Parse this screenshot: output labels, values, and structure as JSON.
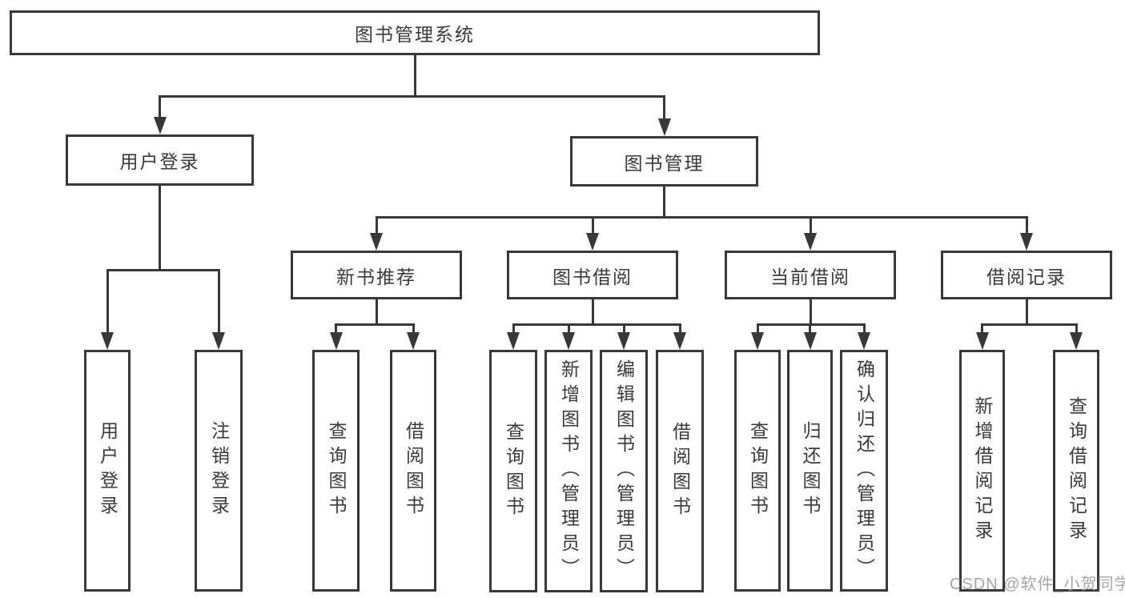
{
  "tree": {
    "root": {
      "label": "图书管理系统",
      "children": [
        {
          "label": "用户登录",
          "children": [
            {
              "label": "用户登录"
            },
            {
              "label": "注销登录"
            }
          ]
        },
        {
          "label": "图书管理",
          "children": [
            {
              "label": "新书推荐",
              "children": [
                {
                  "label": "查询图书"
                },
                {
                  "label": "借阅图书"
                }
              ]
            },
            {
              "label": "图书借阅",
              "children": [
                {
                  "label": "查询图书"
                },
                {
                  "label": "新增图书（管理员）"
                },
                {
                  "label": "编辑图书（管理员）"
                },
                {
                  "label": "借阅图书"
                }
              ]
            },
            {
              "label": "当前借阅",
              "children": [
                {
                  "label": "查询图书"
                },
                {
                  "label": "归还图书"
                },
                {
                  "label": "确认归还（管理员）"
                }
              ]
            },
            {
              "label": "借阅记录",
              "children": [
                {
                  "label": "新增借阅记录"
                },
                {
                  "label": "查询借阅记录"
                }
              ]
            }
          ]
        }
      ]
    }
  },
  "watermark": "CSDN @软件_小贺同学",
  "colors": {
    "line": "#383838",
    "text": "#3a3a3a",
    "background": "#ffffff",
    "watermark": "#969696"
  }
}
